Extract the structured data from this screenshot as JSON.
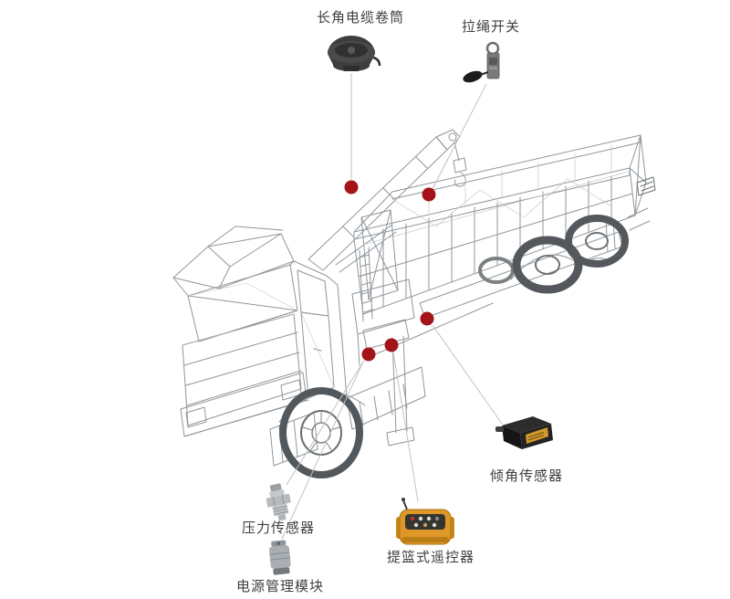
{
  "components": {
    "cable_reel": {
      "label": "长角电缆卷筒"
    },
    "pull_rope_switch": {
      "label": "拉绳开关"
    },
    "tilt_sensor": {
      "label": "倾角传感器"
    },
    "pressure_sensor": {
      "label": "压力传感器"
    },
    "power_module": {
      "label": "电源管理模块"
    },
    "remote_control": {
      "label": "提篮式遥控器"
    }
  },
  "colors": {
    "marker": "#a31318",
    "label_text": "#3f3f3f",
    "leader_line": "#c2c2c2",
    "wireframe": "#90969b",
    "remote_accent": "#df9729"
  }
}
